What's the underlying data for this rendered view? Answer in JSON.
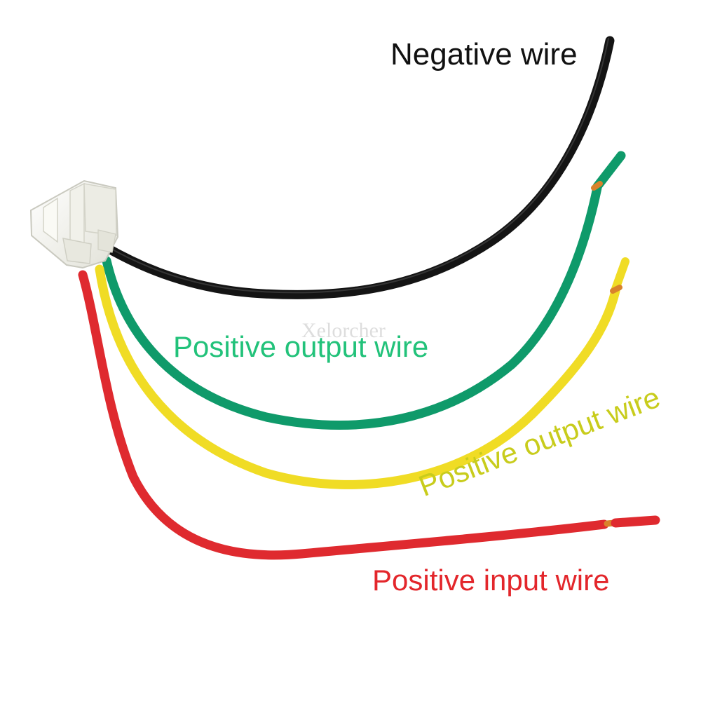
{
  "labels": {
    "negative": "Negative wire",
    "positive_output_green": "Positive output wire",
    "positive_output_yellow": "Positive output wire",
    "positive_input": "Positive input wire"
  },
  "watermark": "Xelorcher",
  "colors": {
    "background": "#ffffff",
    "wire_black": "#141414",
    "wire_green": "#0f9a6a",
    "wire_yellow": "#f0dc25",
    "wire_red": "#df2a2f",
    "label_negative": "#111111",
    "label_green": "#22c27a",
    "label_yellow": "#c8cc1c",
    "label_red": "#e3262b",
    "connector": "#f4f4ee",
    "copper": "#d9822b"
  }
}
